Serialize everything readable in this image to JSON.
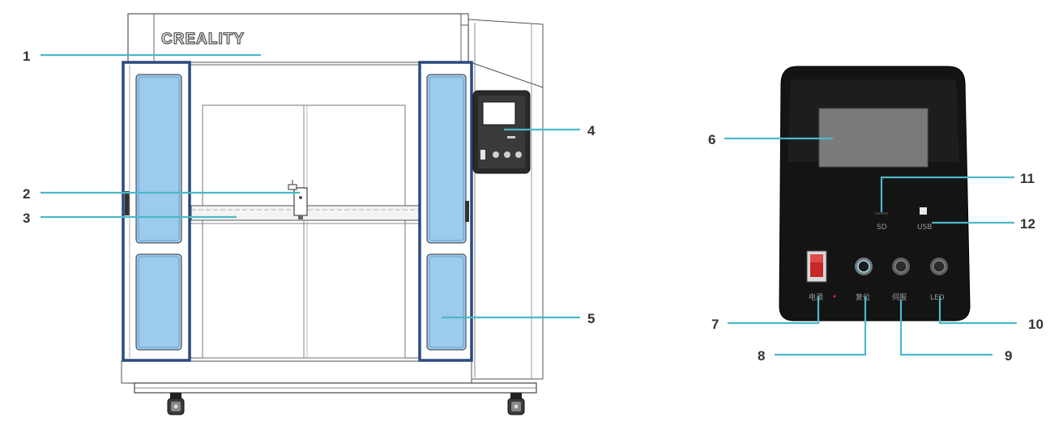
{
  "printer": {
    "brand": "CREALITY"
  },
  "control_panel": {
    "sd_label": "SD",
    "usb_label": "USB",
    "power_label": "电源",
    "reset_label": "复位",
    "servo_label": "伺服",
    "led_label": "LED"
  },
  "callouts": {
    "c1": "1",
    "c2": "2",
    "c3": "3",
    "c4": "4",
    "c5": "5",
    "c6": "6",
    "c7": "7",
    "c8": "8",
    "c9": "9",
    "c10": "10",
    "c11": "11",
    "c12": "12"
  },
  "colors": {
    "callout_line": "#4db8c8",
    "door_frame": "#2b4a7e",
    "glass": "#9ccbee",
    "panel_body": "#141414",
    "screen": "#7a7a7a",
    "power_switch": "#c62828"
  }
}
